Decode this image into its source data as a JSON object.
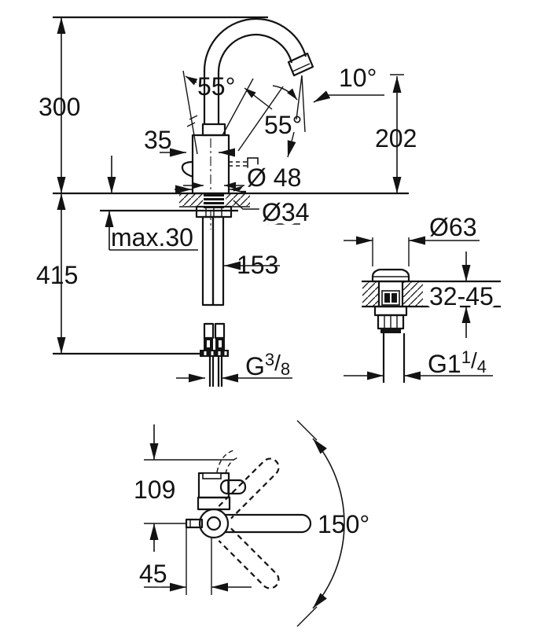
{
  "drawing": {
    "type": "faucet installation dimension drawing",
    "colors": {
      "ink": "#131313",
      "paper": "#ffffff"
    },
    "side_view": {
      "dim_height_above_deck": "300",
      "dim_lever_angle_left": "55°",
      "dim_lever_angle_right": "55°",
      "dim_outlet_angle": "10°",
      "dim_outlet_height": "202",
      "dim_lever_width": "35",
      "dim_body_diameter": "Ø 48",
      "dim_mounting_hole_diameter": "Ø34",
      "dim_deck_thickness_max": "max.30",
      "dim_height_below_deck": "415",
      "dim_hose_length": "153",
      "thread_supply": {
        "base": "G",
        "sup": "3",
        "slash": "/",
        "sub": "8"
      }
    },
    "drain_view": {
      "dim_flange_diameter": "Ø63",
      "dim_deck_thickness_range": "32-45",
      "thread_waste": {
        "base": "G1",
        "sup": "1",
        "slash": "/",
        "sub": "4"
      }
    },
    "top_view": {
      "dim_spout_reach": "109",
      "dim_handle_offset": "45",
      "dim_swivel_angle": "150°"
    }
  }
}
